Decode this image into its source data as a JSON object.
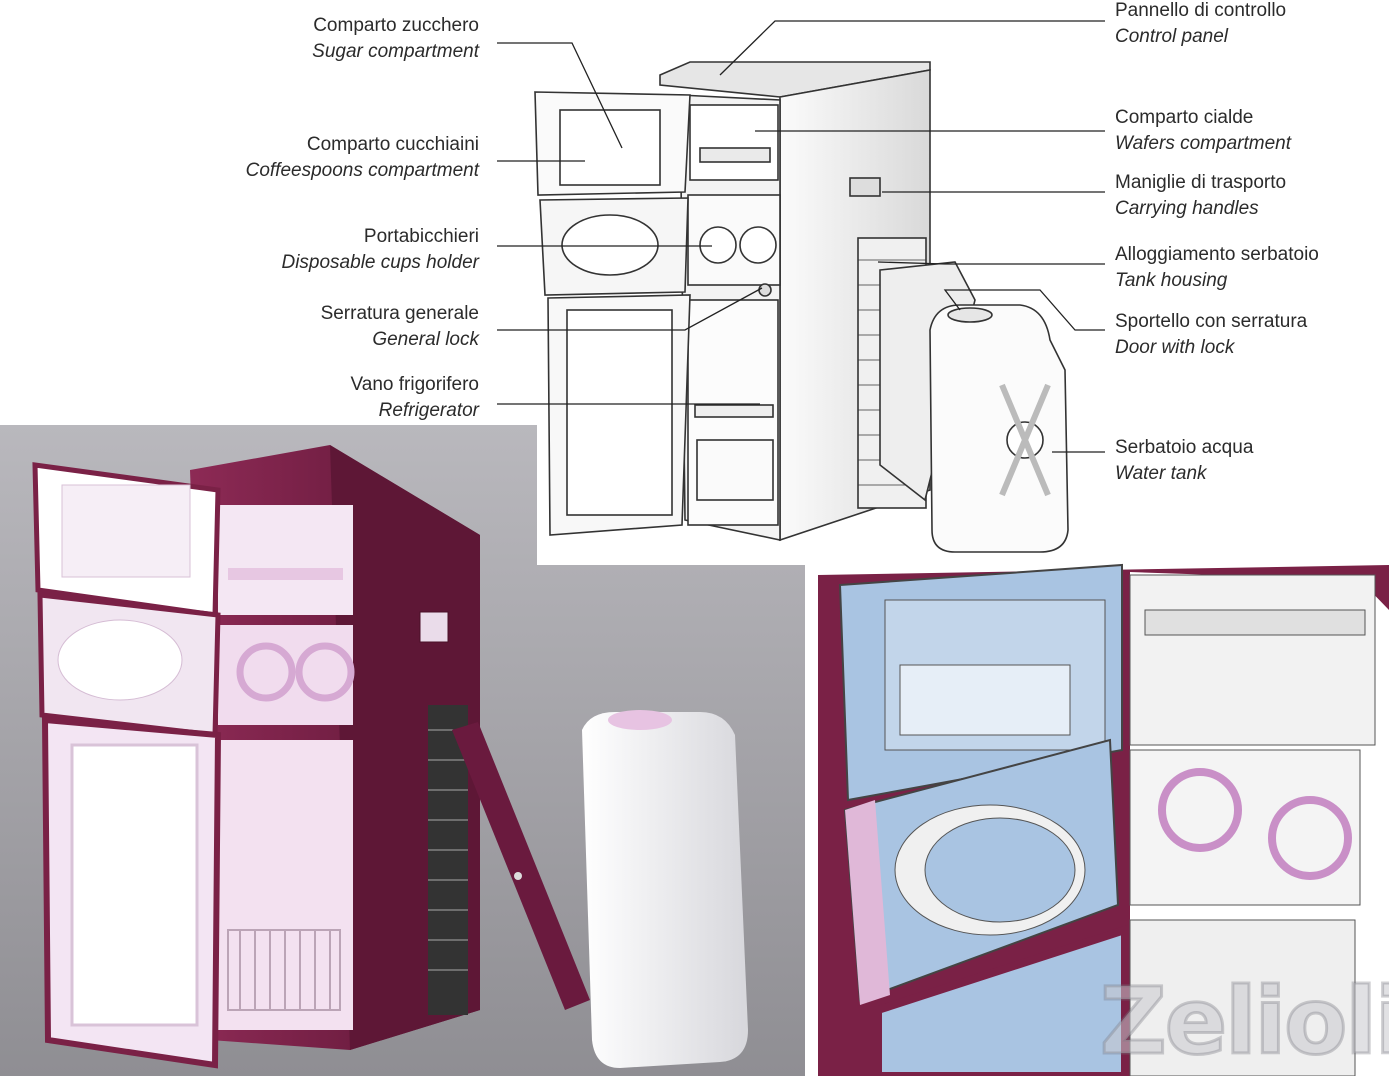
{
  "labels_left": [
    {
      "it": "Comparto zucchero",
      "en": "Sugar compartment"
    },
    {
      "it": "Comparto cucchiaini",
      "en": "Coffeespoons compartment"
    },
    {
      "it": "Portabicchieri",
      "en": "Disposable cups holder"
    },
    {
      "it": "Serratura generale",
      "en": "General lock"
    },
    {
      "it": "Vano frigorifero",
      "en": "Refrigerator"
    }
  ],
  "labels_right": [
    {
      "it": "Pannello di controllo",
      "en": "Control panel"
    },
    {
      "it": "Comparto cialde",
      "en": "Wafers compartment"
    },
    {
      "it": "Maniglie di trasporto",
      "en": "Carrying handles"
    },
    {
      "it": "Alloggiamento serbatoio",
      "en": "Tank housing"
    },
    {
      "it": "Sportello con serratura",
      "en": "Door with lock"
    },
    {
      "it": "Serbatoio acqua",
      "en": "Water tank"
    }
  ],
  "logo": "Zelioli",
  "colors": {
    "body": "#7a2146",
    "body_dark": "#5a1533",
    "interior_pink": "#f3dcef",
    "interior_blue": "#a9c4e2",
    "line": "#333333"
  }
}
